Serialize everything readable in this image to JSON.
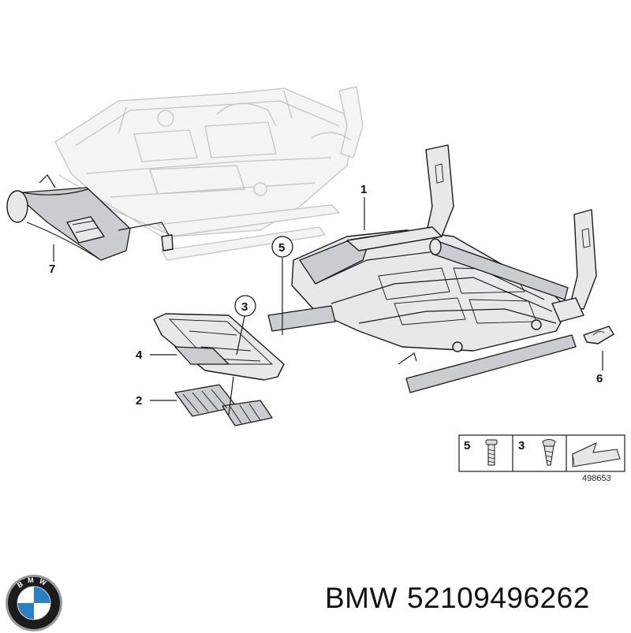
{
  "diagram": {
    "callouts": {
      "c1": "1",
      "c2": "2",
      "c3": "3",
      "c4": "4",
      "c5": "5",
      "c6": "6",
      "c7": "7"
    },
    "legend": {
      "item_a": "5",
      "item_b": "3"
    },
    "ref_number": "498653"
  },
  "footer": {
    "brand": "BMW",
    "part_number": "52109496262"
  },
  "logo": {
    "letters": "BMW",
    "colors": {
      "blue": "#2b7fc4",
      "white": "#ffffff",
      "ring": "#1c1c1c",
      "rim": "#9a9a9a"
    }
  }
}
